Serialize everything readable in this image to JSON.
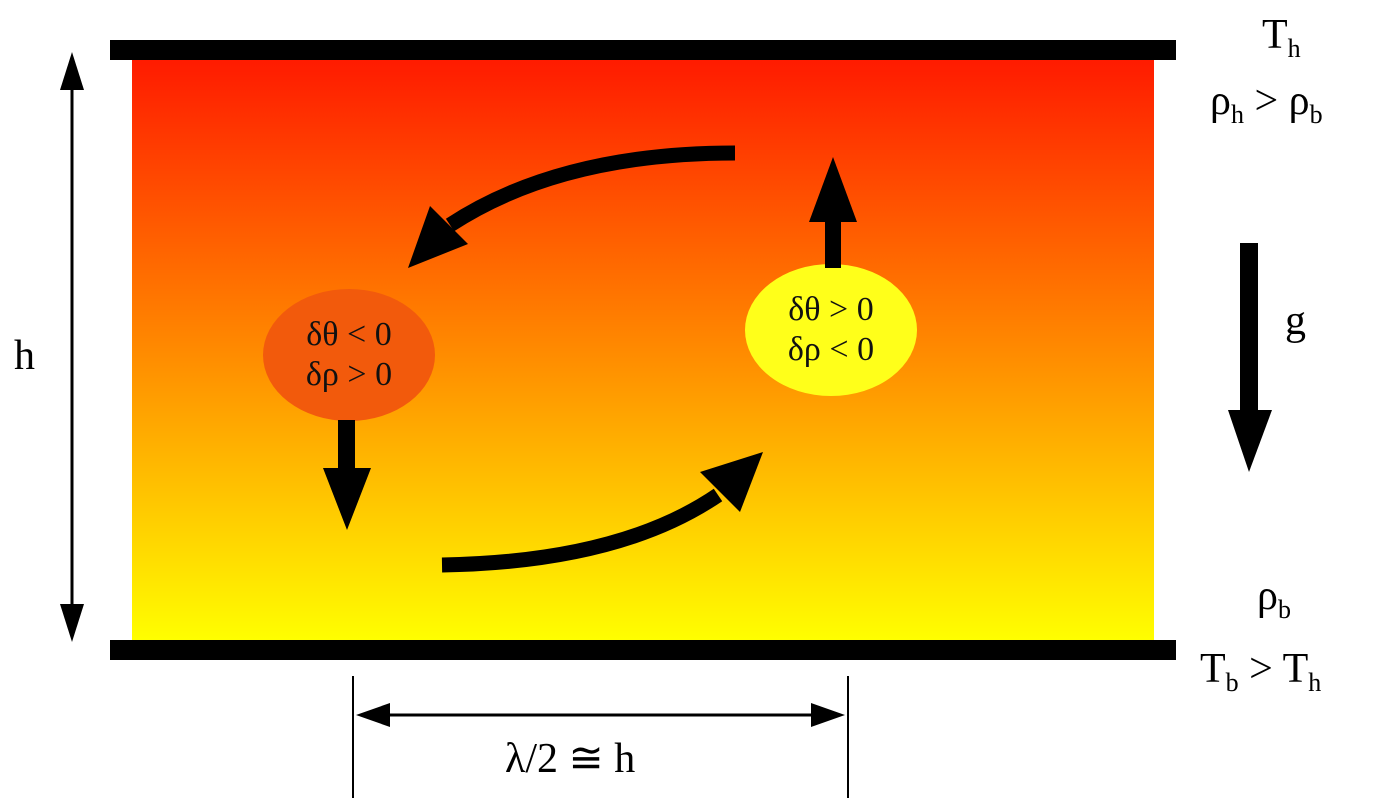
{
  "top_boundary": {
    "temperature": {
      "base": "T",
      "sub": "h"
    },
    "density_relation": {
      "left_base": "ρ",
      "left_sub": "h",
      "operator": ">",
      "right_base": "ρ",
      "right_sub": "b"
    }
  },
  "bottom_boundary": {
    "density": {
      "base": "ρ",
      "sub": "b"
    },
    "temperature_relation": {
      "left_base": "T",
      "left_sub": "b",
      "operator": ">",
      "right_base": "T",
      "right_sub": "h"
    }
  },
  "height_label": "h",
  "gravity_label": "g",
  "wavelength_label": "λ/2 ≅ h",
  "cold_parcel": {
    "line1": "δθ < 0",
    "line2": "δρ > 0"
  },
  "warm_parcel": {
    "line1": "δθ > 0",
    "line2": "δρ < 0"
  },
  "colors": {
    "layer_top": "#ff1a00",
    "layer_bottom": "#ffff00",
    "cold_parcel": "#f25a0c",
    "warm_parcel": "#ffff1a",
    "plates": "#000000"
  }
}
